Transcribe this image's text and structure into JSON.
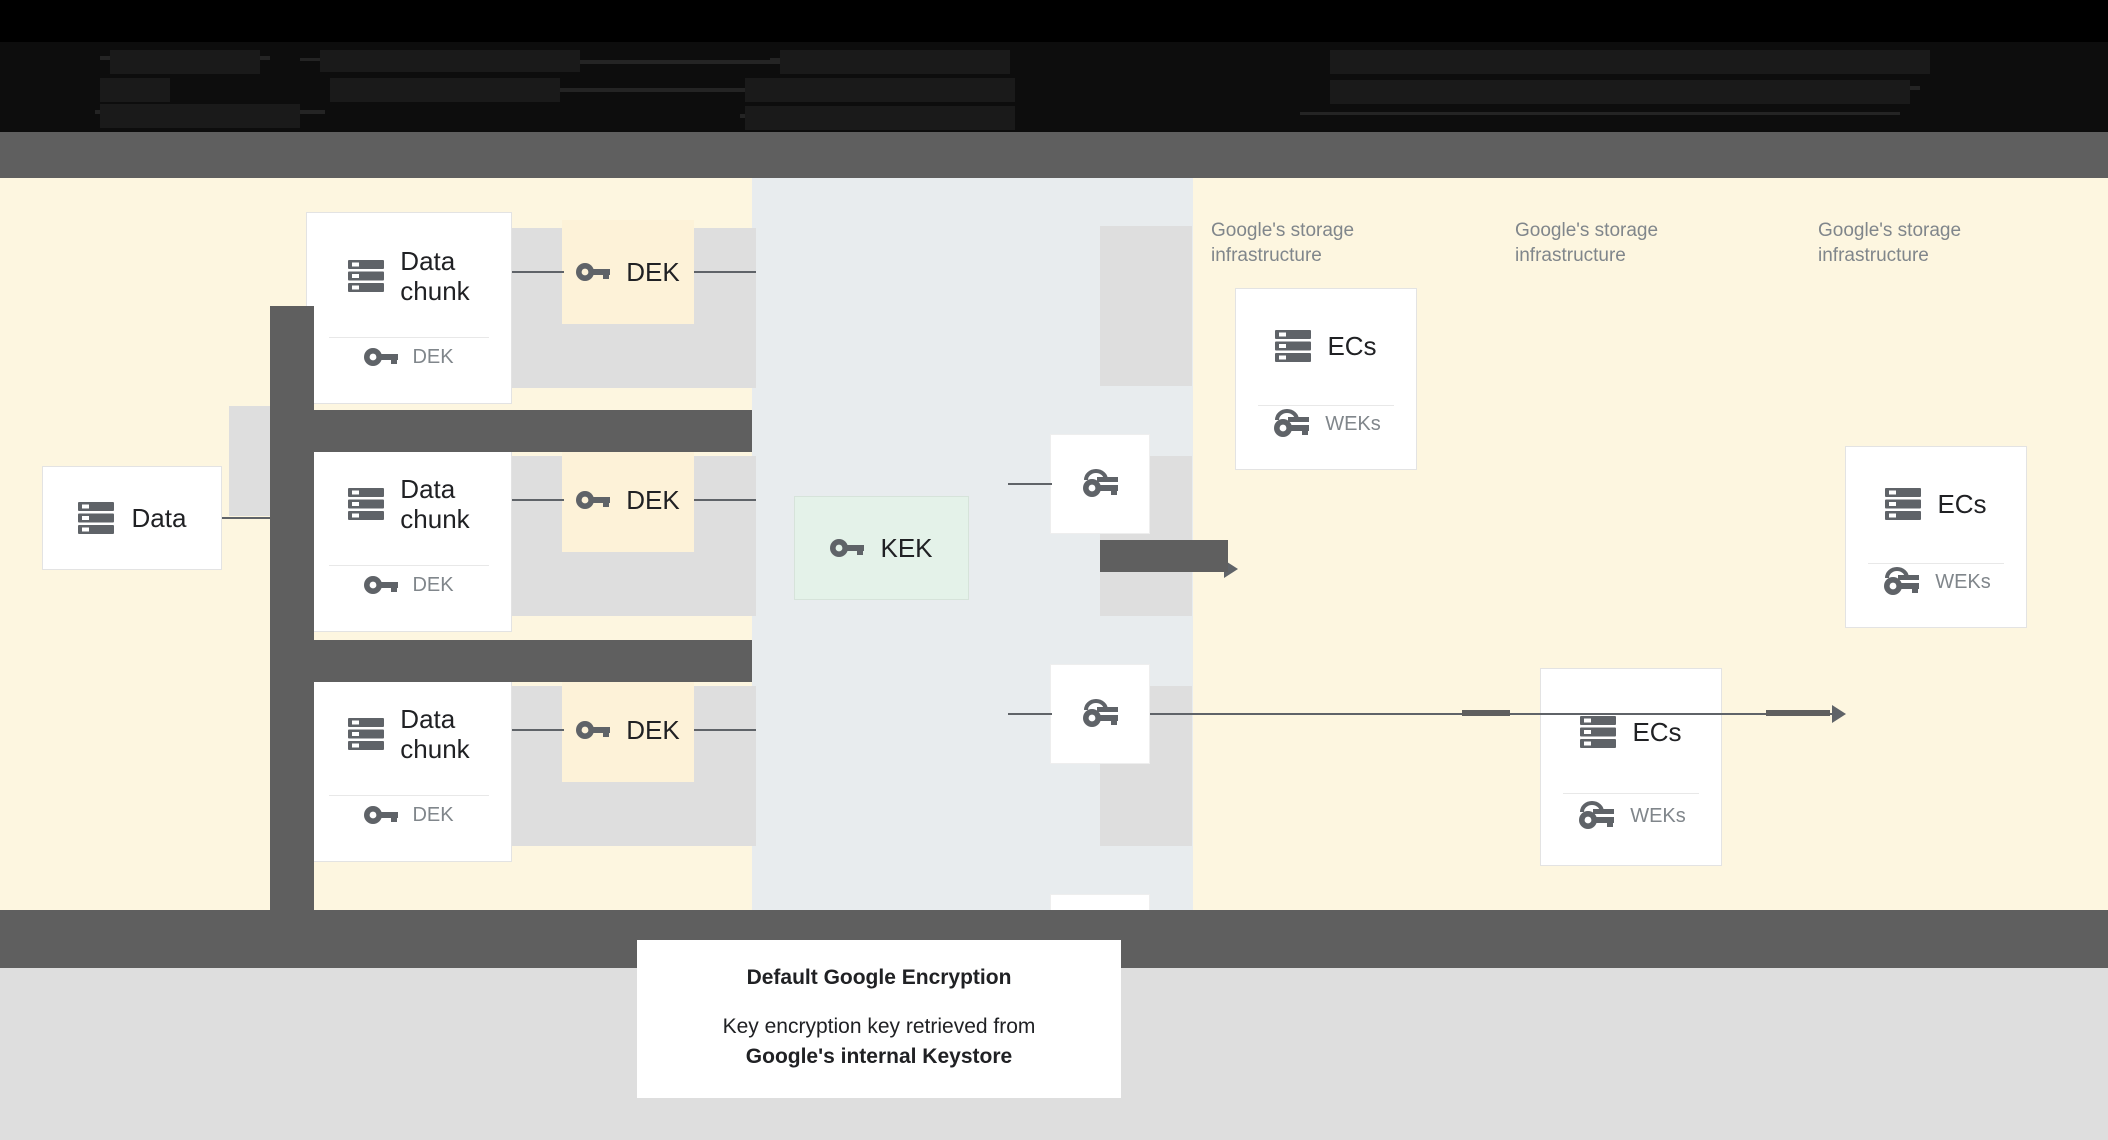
{
  "header": {
    "obscured": true,
    "note": "top banner text is redacted / illegible in the source screenshot",
    "fragments": [
      "",
      "",
      "",
      "",
      "",
      ""
    ]
  },
  "diagram": {
    "source": {
      "label": "Data",
      "icon": "storage-icon"
    },
    "chunks": [
      {
        "title": "Data\nchunk",
        "key_label": "DEK",
        "icon": "storage-icon",
        "key_icon": "key-icon"
      },
      {
        "title": "Data\nchunk",
        "key_label": "DEK",
        "icon": "storage-icon",
        "key_icon": "key-icon"
      },
      {
        "title": "Data\nchunk",
        "key_label": "DEK",
        "icon": "storage-icon",
        "key_icon": "key-icon"
      }
    ],
    "deks": [
      {
        "label": "DEK",
        "icon": "key-icon"
      },
      {
        "label": "DEK",
        "icon": "key-icon"
      },
      {
        "label": "DEK",
        "icon": "key-icon"
      }
    ],
    "kek": {
      "label": "KEK",
      "icon": "key-icon"
    },
    "wrapped_keys": [
      {
        "label": "",
        "icon": "wrapped-key-icon"
      },
      {
        "label": "",
        "icon": "wrapped-key-icon"
      },
      {
        "label": "",
        "icon": "wrapped-key-icon"
      }
    ],
    "infra_labels": [
      "Google's storage\ninfrastructure",
      "Google's storage\ninfrastructure",
      "Google's storage\ninfrastructure"
    ],
    "ec_cards": [
      {
        "title": "ECs",
        "key_label": "WEKs",
        "icon": "storage-icon",
        "key_icon": "wrapped-key-icon"
      },
      {
        "title": "ECs",
        "key_label": "WEKs",
        "icon": "storage-icon",
        "key_icon": "wrapped-key-icon"
      },
      {
        "title": "ECs",
        "key_label": "WEKs",
        "icon": "storage-icon",
        "key_icon": "wrapped-key-icon"
      }
    ]
  },
  "caption": {
    "title": "Default Google Encryption",
    "line1": "Key encryption key retrieved from",
    "line2": "Google's internal Keystore"
  },
  "colors": {
    "canvas_cream": "#fdf6e0",
    "band_gray_blue": "#e8ecee",
    "plate_gray": "#dedede",
    "dek_fill": "#fdf2d8",
    "kek_fill": "#e4f2e9",
    "redaction": "#5f5f5f",
    "icon_gray": "#5f6368",
    "muted_text": "#80868b",
    "bottom_gray": "#dedede"
  }
}
